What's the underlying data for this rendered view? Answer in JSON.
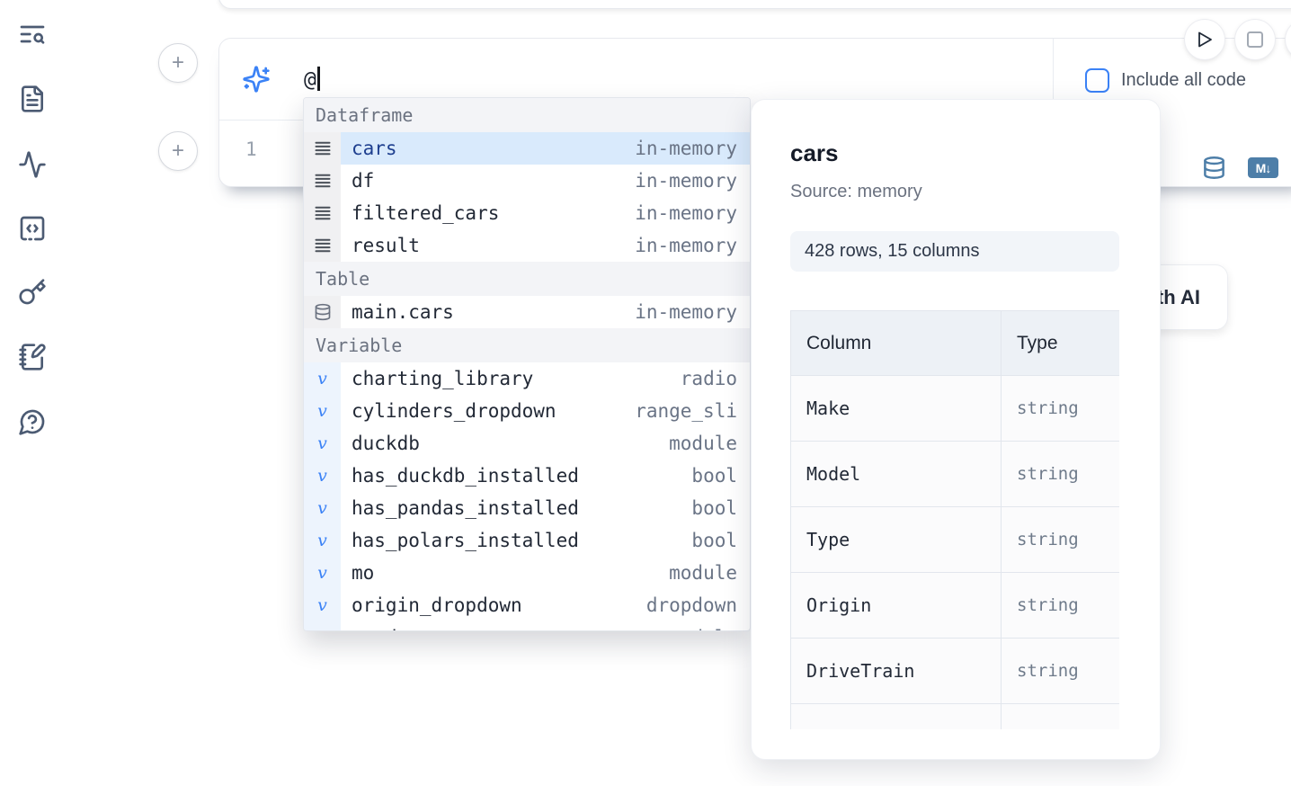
{
  "colors": {
    "accent_blue": "#3b82f6",
    "selection_blue": "#d9eafc",
    "selected_text_blue": "#1e3f8f",
    "steel_blue_icon": "#4d7ea8",
    "sidebar_icon": "#4c5b73"
  },
  "sidebar": {
    "icons": [
      "text-search",
      "file-text",
      "activity",
      "snippets-code",
      "key",
      "notebook-pen",
      "help-chat"
    ]
  },
  "cell": {
    "add_button_label": "+",
    "ai_input_value": "@",
    "line_number": "1",
    "include_all_code_label": "Include all code",
    "markdown_badge": "M↓"
  },
  "ai_button": {
    "label": "with AI"
  },
  "autocomplete": {
    "sections": [
      {
        "label": "Dataframe",
        "icon": "rows",
        "items": [
          {
            "name": "cars",
            "value": "in-memory",
            "selected": true
          },
          {
            "name": "df",
            "value": "in-memory"
          },
          {
            "name": "filtered_cars",
            "value": "in-memory"
          },
          {
            "name": "result",
            "value": "in-memory"
          }
        ]
      },
      {
        "label": "Table",
        "icon": "database",
        "items": [
          {
            "name": "main.cars",
            "value": "in-memory"
          }
        ]
      },
      {
        "label": "Variable",
        "icon": "variable",
        "items": [
          {
            "name": "charting_library",
            "value": "radio"
          },
          {
            "name": "cylinders_dropdown",
            "value": "range_sli"
          },
          {
            "name": "duckdb",
            "value": "module"
          },
          {
            "name": "has_duckdb_installed",
            "value": "bool"
          },
          {
            "name": "has_pandas_installed",
            "value": "bool"
          },
          {
            "name": "has_polars_installed",
            "value": "bool"
          },
          {
            "name": "mo",
            "value": "module"
          },
          {
            "name": "origin_dropdown",
            "value": "dropdown"
          },
          {
            "name": "pandas",
            "value": "module"
          }
        ]
      }
    ]
  },
  "preview": {
    "title": "cars",
    "source": "Source: memory",
    "shape_badge": "428 rows, 15 columns",
    "table": {
      "headers": [
        "Column",
        "Type"
      ],
      "rows": [
        [
          "Make",
          "string"
        ],
        [
          "Model",
          "string"
        ],
        [
          "Type",
          "string"
        ],
        [
          "Origin",
          "string"
        ],
        [
          "DriveTrain",
          "string"
        ],
        [
          "",
          ""
        ]
      ]
    }
  }
}
